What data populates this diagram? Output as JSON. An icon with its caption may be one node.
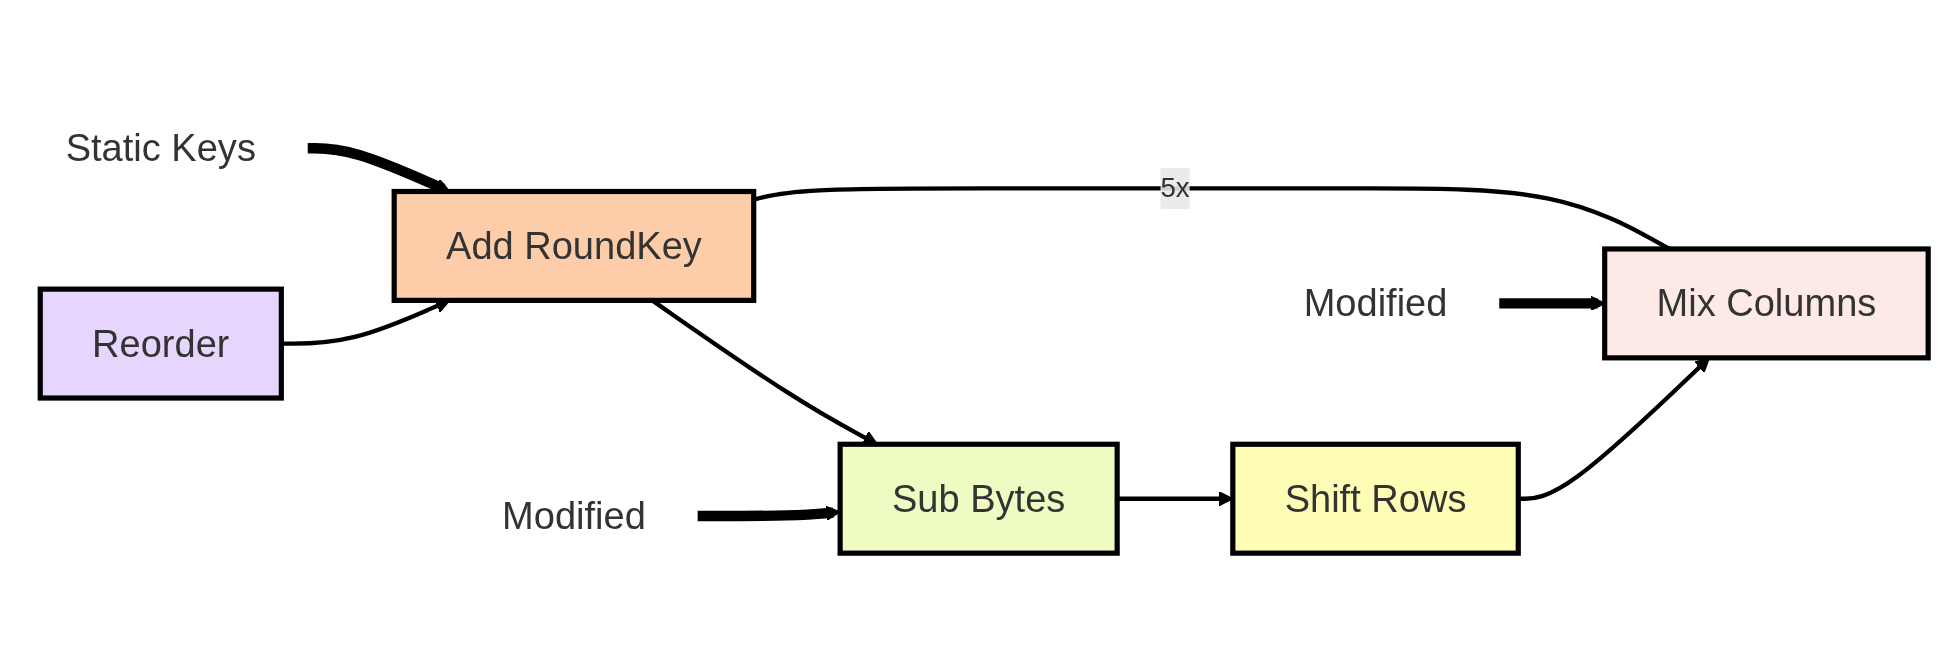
{
  "diagram": {
    "nodes": [
      {
        "text": [
          "Reorder"
        ]
      },
      {
        "text": [
          "Add RoundKey"
        ]
      },
      {
        "text": [
          "Sub Bytes"
        ]
      },
      {
        "text": [
          "Shift Rows"
        ]
      },
      {
        "text": [
          "Mix Columns"
        ]
      },
      {
        "text": [
          "Static Keys"
        ]
      },
      {
        "text": [
          "Modified"
        ]
      },
      {
        "text": [
          "Modified"
        ]
      }
    ],
    "edges": [
      {
        "from": 0,
        "to": 1,
        "arrow": "to"
      },
      {
        "from": 1,
        "to": 2,
        "arrow": "to"
      },
      {
        "from": 2,
        "to": 3,
        "arrow": "to"
      },
      {
        "from": 3,
        "to": 4,
        "arrow": "to"
      },
      {
        "from": 4,
        "to": 1,
        "arrow": "none",
        "label": "5x"
      },
      {
        "from": 5,
        "to": 1,
        "arrow": "to",
        "style": "thick"
      },
      {
        "from": 6,
        "to": 2,
        "arrow": "to",
        "style": "thick"
      },
      {
        "from": 7,
        "to": 4,
        "arrow": "to",
        "style": "thick"
      }
    ]
  }
}
